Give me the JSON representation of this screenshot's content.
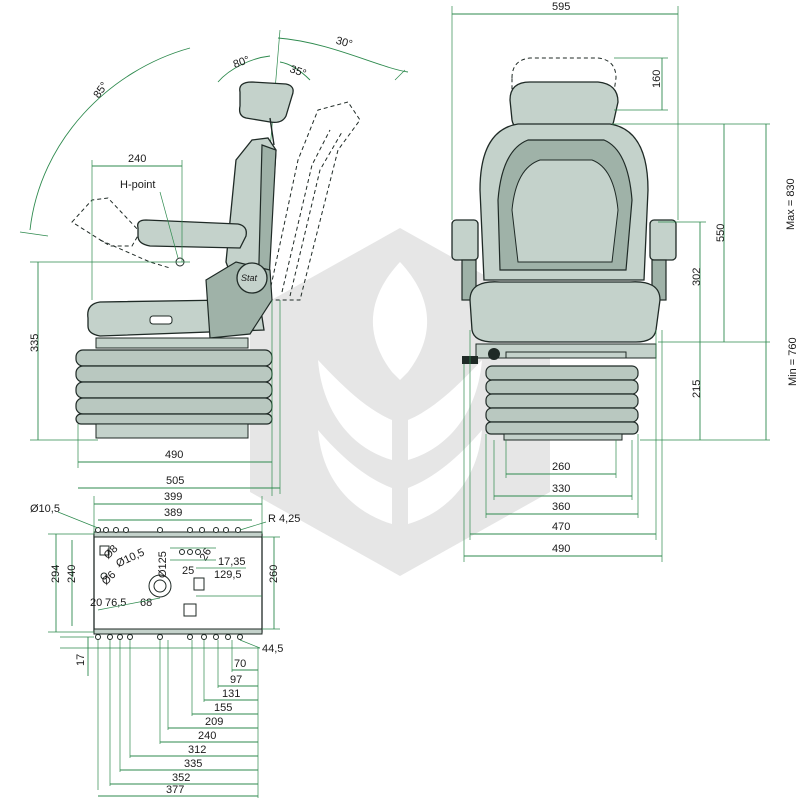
{
  "side_view": {
    "angles": {
      "a85": "85°",
      "a80": "80°",
      "a35": "35°",
      "a30": "30°"
    },
    "hpoint_label": "H-point",
    "dim_240": "240",
    "dim_335": "335",
    "dim_490": "490",
    "dim_505": "505",
    "logo": "Stat"
  },
  "front_view": {
    "dim_595": "595",
    "dim_160": "160",
    "dim_550": "550",
    "dim_302": "302",
    "dim_215": "215",
    "dim_max": "Max = 830",
    "dim_min": "Min = 760",
    "dim_260": "260",
    "dim_330": "330",
    "dim_360": "360",
    "dim_470": "470",
    "dim_490": "490"
  },
  "base_plate": {
    "d_10_5_top": "Ø10,5",
    "dim_399": "399",
    "dim_389": "389",
    "r_4_25": "R 4,25",
    "d_8": "Ø8",
    "d_10_5": "Ø10,5",
    "d_6": "Ø6",
    "d_125": "Ø125",
    "dim_26": "26",
    "dim_25": "25",
    "dim_17_35": "17,35",
    "dim_129_5": "129,5",
    "dim_294": "294",
    "dim_240v": "240",
    "dim_260v": "260",
    "dim_20": "20",
    "dim_76_5": "76,5",
    "dim_68": "68",
    "dim_17": "17",
    "dim_44_5": "44,5",
    "bottom_dims": [
      "70",
      "97",
      "131",
      "155",
      "209",
      "240",
      "312",
      "335",
      "352",
      "377"
    ]
  },
  "colors": {
    "dimension_line": "#2e8a4e",
    "seat_fill": "#c4d2cb",
    "outline": "#1f2a26",
    "watermark": "#e6e6e6"
  }
}
